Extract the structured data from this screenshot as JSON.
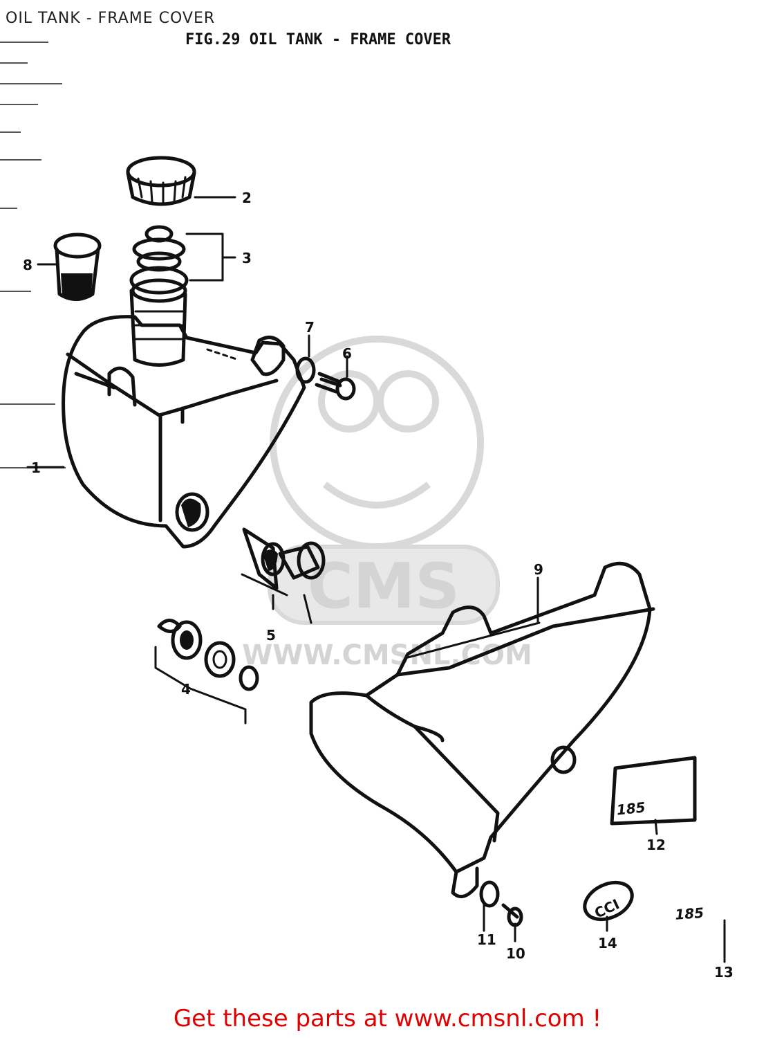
{
  "page_title": "OIL TANK - FRAME COVER",
  "figure_heading": "FIG.29 OIL TANK - FRAME COVER",
  "watermark": {
    "logo_text": "CMS",
    "url_text": "WWW.CMSNL.COM"
  },
  "callouts": [
    "1",
    "2",
    "3",
    "4",
    "5",
    "6",
    "7",
    "8",
    "9",
    "10",
    "11",
    "12",
    "13",
    "14"
  ],
  "parts": [
    {
      "callout": "1",
      "part": "oil tank"
    },
    {
      "callout": "2",
      "part": "oil tank cap"
    },
    {
      "callout": "3",
      "part": "filler neck set"
    },
    {
      "callout": "4",
      "part": "grommet set"
    },
    {
      "callout": "5",
      "part": "outlet fitting set"
    },
    {
      "callout": "6",
      "part": "bolt"
    },
    {
      "callout": "7",
      "part": "washer"
    },
    {
      "callout": "8",
      "part": "level window cap"
    },
    {
      "callout": "9",
      "part": "frame cover"
    },
    {
      "callout": "10",
      "part": "screw"
    },
    {
      "callout": "11",
      "part": "washer"
    },
    {
      "callout": "12",
      "part": "185 emblem"
    },
    {
      "callout": "13",
      "part": "185 emblem"
    },
    {
      "callout": "14",
      "part": "CCI emblem"
    }
  ],
  "emblem_text": {
    "emblem_12": "185",
    "emblem_13": "185",
    "emblem_14": "CCI"
  },
  "footer_text": "Get these parts at www.cmsnl.com !",
  "colors": {
    "ink": "#111111",
    "footer": "#e00000",
    "watermark": "#d4d4d4"
  }
}
